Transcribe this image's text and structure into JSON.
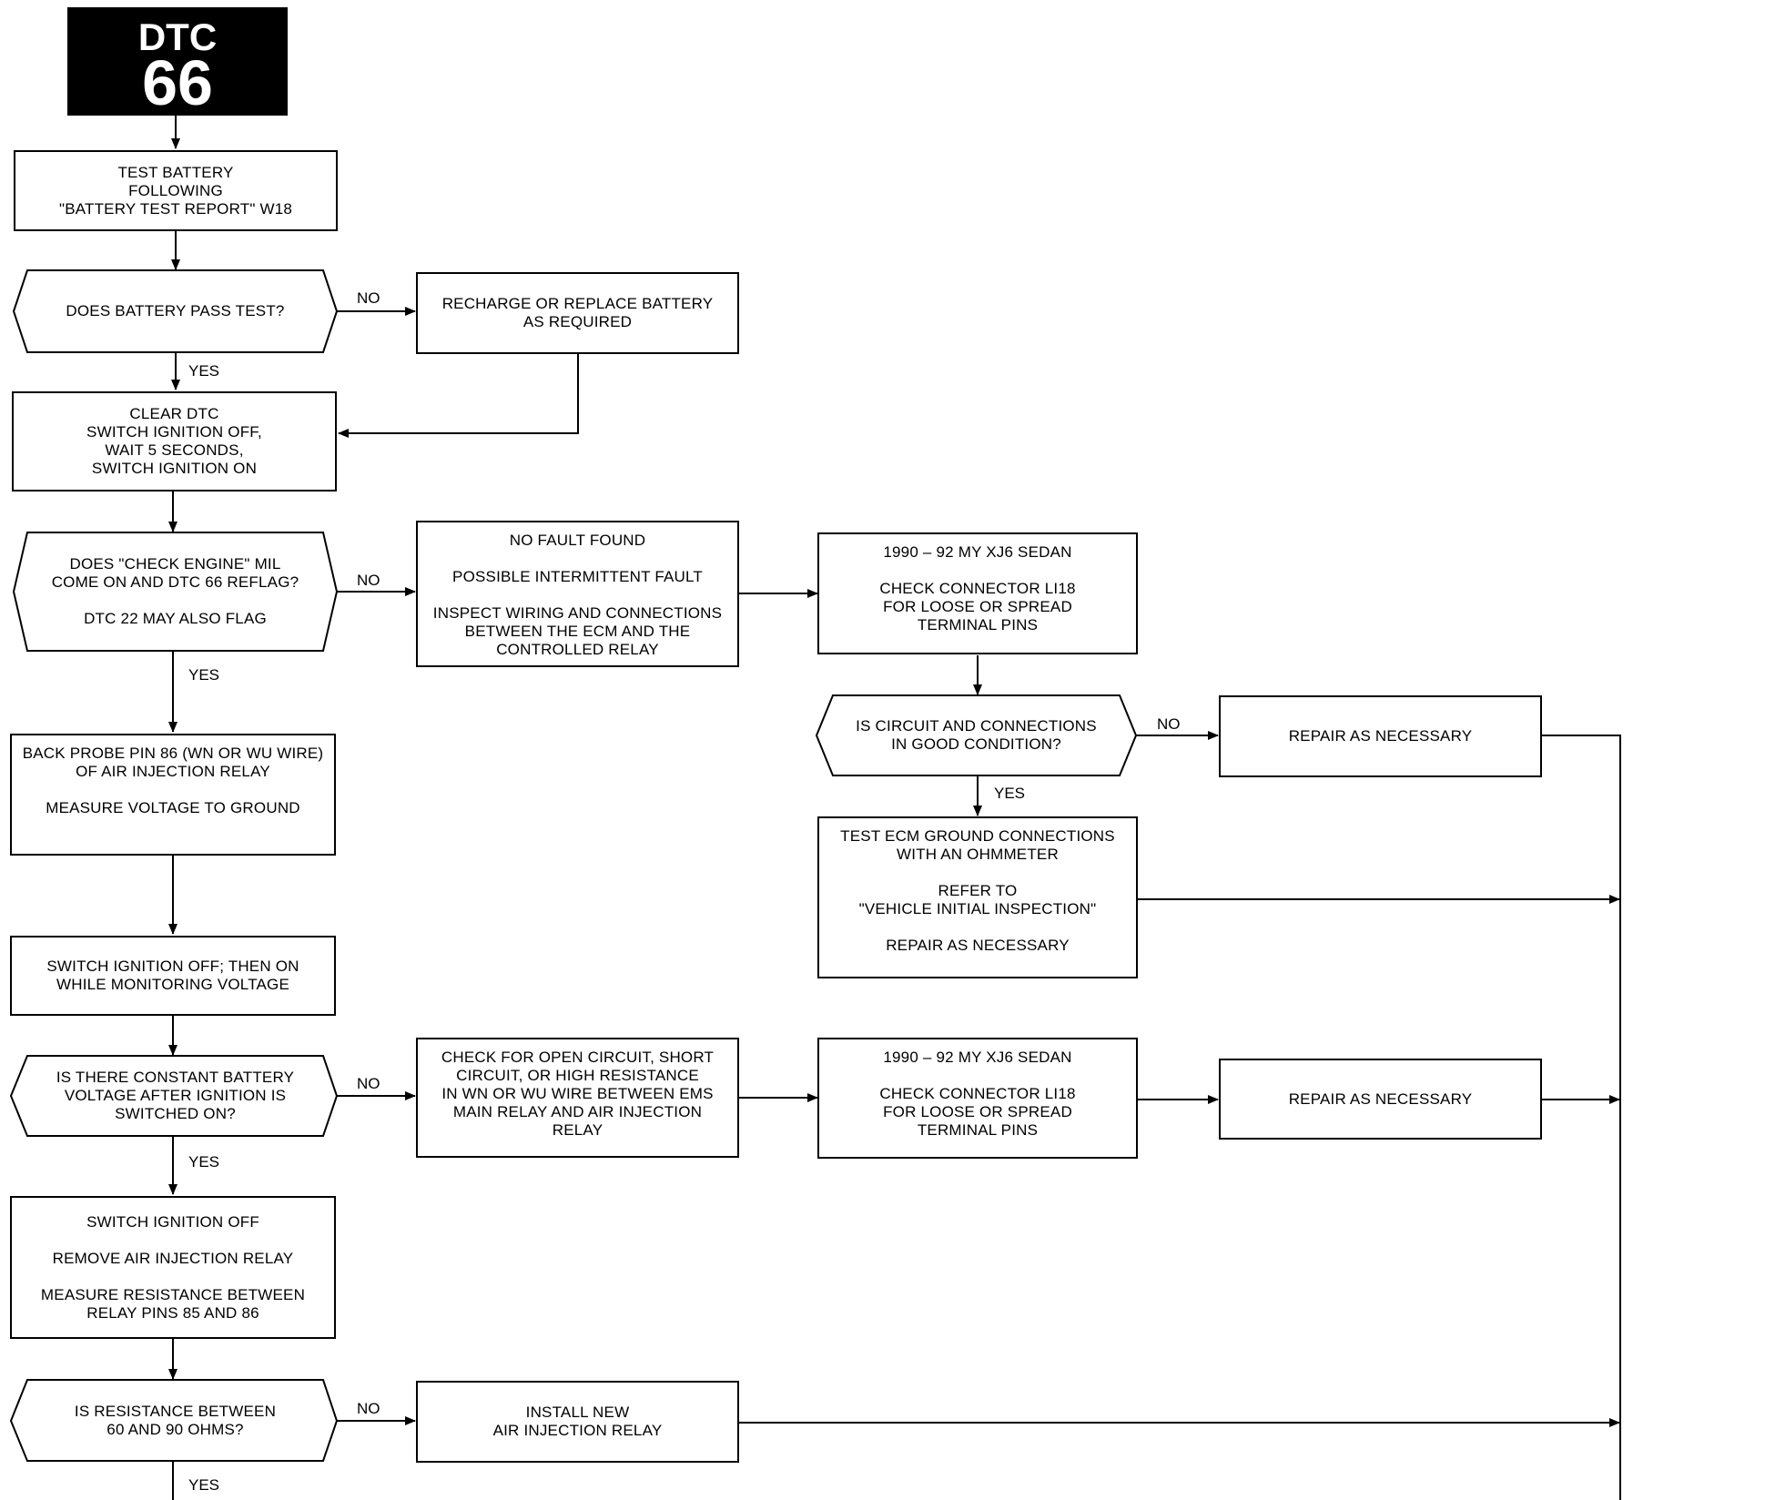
{
  "badge": {
    "line1": "DTC",
    "line2": "66"
  },
  "nodes": {
    "test_battery": [
      "TEST BATTERY",
      "FOLLOWING",
      "\"BATTERY TEST REPORT\" W18"
    ],
    "battery_pass": [
      "DOES BATTERY PASS TEST?"
    ],
    "recharge": [
      "RECHARGE OR REPLACE BATTERY",
      "AS REQUIRED"
    ],
    "clear_dtc": [
      "CLEAR DTC",
      "SWITCH IGNITION OFF,",
      "WAIT 5 SECONDS,",
      "SWITCH IGNITION ON"
    ],
    "mil_reflag": [
      "DOES \"CHECK ENGINE\" MIL",
      "COME ON AND DTC 66 REFLAG?",
      "",
      "DTC 22 MAY ALSO FLAG"
    ],
    "no_fault": [
      "NO FAULT FOUND",
      "",
      "POSSIBLE INTERMITTENT FAULT",
      "",
      "INSPECT WIRING AND CONNECTIONS",
      "BETWEEN THE ECM AND THE",
      "CONTROLLED RELAY"
    ],
    "xj6_check_1": [
      "1990 – 92 MY XJ6 SEDAN",
      "",
      "CHECK CONNECTOR LI18",
      "FOR LOOSE OR SPREAD",
      "TERMINAL PINS"
    ],
    "circuit_good": [
      "IS CIRCUIT AND CONNECTIONS",
      "IN GOOD CONDITION?"
    ],
    "repair_1": [
      "REPAIR AS NECESSARY"
    ],
    "test_ecm_ground": [
      "TEST ECM GROUND CONNECTIONS",
      "WITH AN OHMMETER",
      "",
      "REFER TO",
      "\"VEHICLE INITIAL INSPECTION\"",
      "",
      "REPAIR AS NECESSARY"
    ],
    "back_probe": [
      "BACK PROBE PIN 86 (WN OR WU WIRE)",
      "OF AIR INJECTION RELAY",
      "",
      "MEASURE VOLTAGE TO GROUND"
    ],
    "switch_monitor": [
      "SWITCH IGNITION OFF; THEN ON",
      "WHILE MONITORING VOLTAGE"
    ],
    "constant_voltage": [
      "IS THERE CONSTANT BATTERY",
      "VOLTAGE AFTER IGNITION IS",
      "SWITCHED ON?"
    ],
    "check_open": [
      "CHECK FOR OPEN CIRCUIT, SHORT",
      "CIRCUIT, OR HIGH RESISTANCE",
      "IN WN OR WU WIRE BETWEEN EMS",
      "MAIN RELAY AND AIR INJECTION",
      "RELAY"
    ],
    "xj6_check_2": [
      "1990 – 92 MY XJ6 SEDAN",
      "",
      "CHECK CONNECTOR LI18",
      "FOR LOOSE OR SPREAD",
      "TERMINAL PINS"
    ],
    "repair_2": [
      "REPAIR AS NECESSARY"
    ],
    "switch_off_remove": [
      "SWITCH IGNITION OFF",
      "",
      "REMOVE AIR INJECTION RELAY",
      "",
      "MEASURE RESISTANCE BETWEEN",
      "RELAY PINS 85 AND 86"
    ],
    "resistance_check": [
      "IS RESISTANCE BETWEEN",
      "60 AND 90 OHMS?"
    ],
    "install_relay": [
      "INSTALL NEW",
      "AIR INJECTION RELAY"
    ]
  },
  "labels": {
    "no": "NO",
    "yes": "YES"
  }
}
